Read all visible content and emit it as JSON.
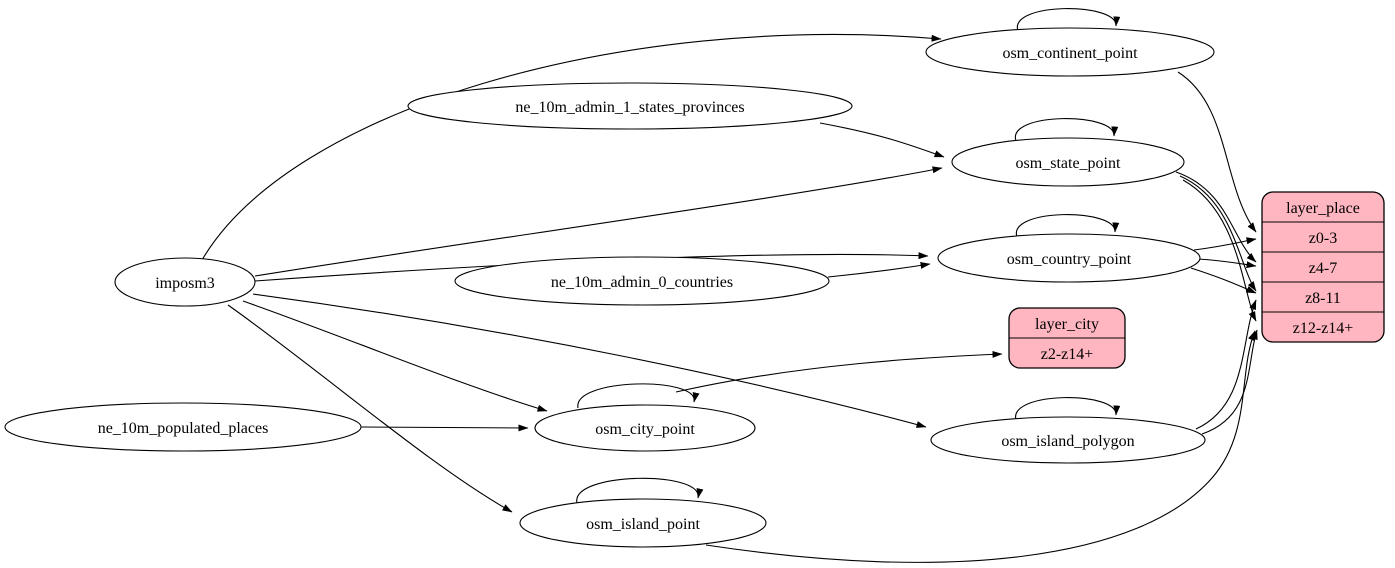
{
  "diagram": {
    "type": "graphviz-dependency-graph",
    "background_color": "#ffffff",
    "node_fill_color": "#ffffff",
    "node_stroke_color": "#000000",
    "record_fill_color": "#ffb6c1",
    "edge_color": "#000000",
    "nodes": {
      "imposm3": {
        "label": "imposm3"
      },
      "ne_10m_admin_1_states_provinces": {
        "label": "ne_10m_admin_1_states_provinces"
      },
      "ne_10m_admin_0_countries": {
        "label": "ne_10m_admin_0_countries"
      },
      "ne_10m_populated_places": {
        "label": "ne_10m_populated_places"
      },
      "osm_continent_point": {
        "label": "osm_continent_point"
      },
      "osm_state_point": {
        "label": "osm_state_point"
      },
      "osm_country_point": {
        "label": "osm_country_point"
      },
      "osm_city_point": {
        "label": "osm_city_point"
      },
      "osm_island_polygon": {
        "label": "osm_island_polygon"
      },
      "osm_island_point": {
        "label": "osm_island_point"
      }
    },
    "records": {
      "layer_city": {
        "title": "layer_city",
        "rows": [
          "z2-z14+"
        ]
      },
      "layer_place": {
        "title": "layer_place",
        "rows": [
          "z0-3",
          "z4-7",
          "z8-11",
          "z12-z14+"
        ]
      }
    },
    "edges": [
      {
        "from": "imposm3",
        "to": "osm_continent_point"
      },
      {
        "from": "imposm3",
        "to": "osm_state_point"
      },
      {
        "from": "imposm3",
        "to": "osm_country_point"
      },
      {
        "from": "imposm3",
        "to": "osm_city_point"
      },
      {
        "from": "imposm3",
        "to": "osm_island_polygon"
      },
      {
        "from": "imposm3",
        "to": "osm_island_point"
      },
      {
        "from": "ne_10m_admin_1_states_provinces",
        "to": "osm_state_point"
      },
      {
        "from": "ne_10m_admin_0_countries",
        "to": "osm_country_point"
      },
      {
        "from": "ne_10m_populated_places",
        "to": "osm_city_point"
      },
      {
        "from": "osm_continent_point",
        "to": "osm_continent_point"
      },
      {
        "from": "osm_state_point",
        "to": "osm_state_point"
      },
      {
        "from": "osm_country_point",
        "to": "osm_country_point"
      },
      {
        "from": "osm_city_point",
        "to": "osm_city_point"
      },
      {
        "from": "osm_island_polygon",
        "to": "osm_island_polygon"
      },
      {
        "from": "osm_island_point",
        "to": "osm_island_point"
      },
      {
        "from": "osm_continent_point",
        "to": "layer_place",
        "to_row": "z0-3"
      },
      {
        "from": "osm_country_point",
        "to": "layer_place",
        "to_row": "z0-3"
      },
      {
        "from": "osm_state_point",
        "to": "layer_place",
        "to_row": "z4-7"
      },
      {
        "from": "osm_country_point",
        "to": "layer_place",
        "to_row": "z4-7"
      },
      {
        "from": "osm_state_point",
        "to": "layer_place",
        "to_row": "z8-11"
      },
      {
        "from": "osm_country_point",
        "to": "layer_place",
        "to_row": "z8-11"
      },
      {
        "from": "osm_island_polygon",
        "to": "layer_place",
        "to_row": "z8-11"
      },
      {
        "from": "osm_state_point",
        "to": "layer_place",
        "to_row": "z12-z14+"
      },
      {
        "from": "osm_island_polygon",
        "to": "layer_place",
        "to_row": "z12-z14+"
      },
      {
        "from": "osm_island_point",
        "to": "layer_place",
        "to_row": "z12-z14+"
      },
      {
        "from": "osm_city_point",
        "to": "layer_city",
        "to_row": "z2-z14+"
      }
    ]
  }
}
